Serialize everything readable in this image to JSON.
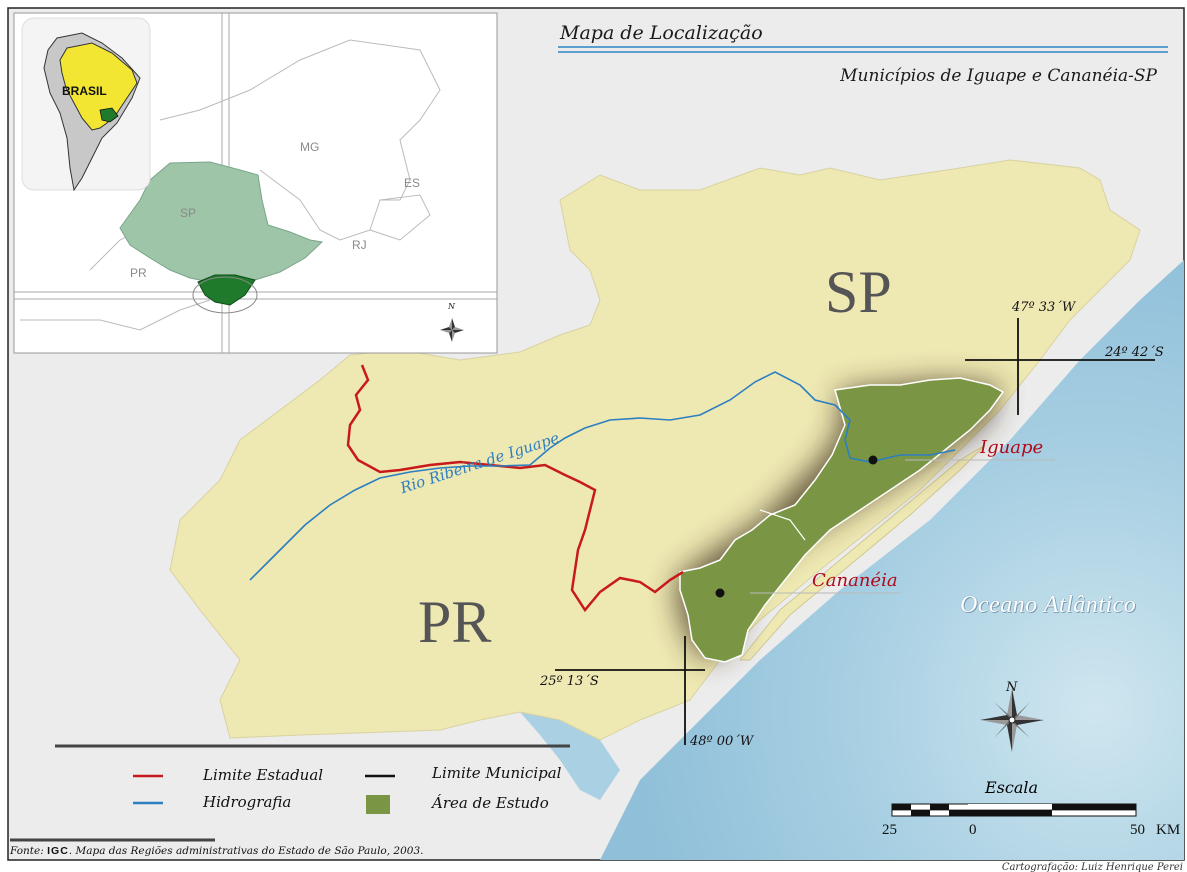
{
  "map": {
    "title": "Mapa de Localização",
    "subtitle": "Municípios de Iguape e Cananéia-SP",
    "states": {
      "sp": "SP",
      "pr": "PR"
    },
    "towns": {
      "iguape": "Iguape",
      "cananeia": "Cananéia"
    },
    "river": "Rio Ribeira de Iguape",
    "ocean": "Oceano Atlântico",
    "coordinates": {
      "lon_east": "47º 33´W",
      "lat_north": "24º 42´S",
      "lat_south": "25º 13´S",
      "lon_west": "48º 00´W"
    },
    "north_symbol": "N"
  },
  "inset": {
    "country": "BRASIL",
    "states": {
      "mg": "MG",
      "es": "ES",
      "sp": "SP",
      "rj": "RJ",
      "pr": "PR"
    },
    "north_symbol": "N"
  },
  "legend": {
    "state_limit": "Limite Estadual",
    "hydrography": "Hidrografia",
    "municipal_limit": "Limite Municipal",
    "study_area": "Área de Estudo",
    "colors": {
      "state_limit": "#c81a1a",
      "hydrography": "#2c7fc0",
      "municipal_limit": "#111111",
      "study_area": "#7a9645"
    }
  },
  "scale": {
    "label": "Escala",
    "ticks": [
      "25",
      "0",
      "50",
      "KM"
    ]
  },
  "source": {
    "prefix": "Fonte:",
    "org": "IGC",
    "text": ". Mapa das Regiões administrativas do Estado de São Paulo, 2003."
  },
  "credit": "Cartografação: Luiz Henrique Perei",
  "colors": {
    "land": "#eee8b3",
    "ocean": "#a7cfe3",
    "background": "#ececec",
    "study_area": "#7a9645",
    "inset_sp": "#9ec5a8",
    "inset_brazil": "#f2e632"
  }
}
